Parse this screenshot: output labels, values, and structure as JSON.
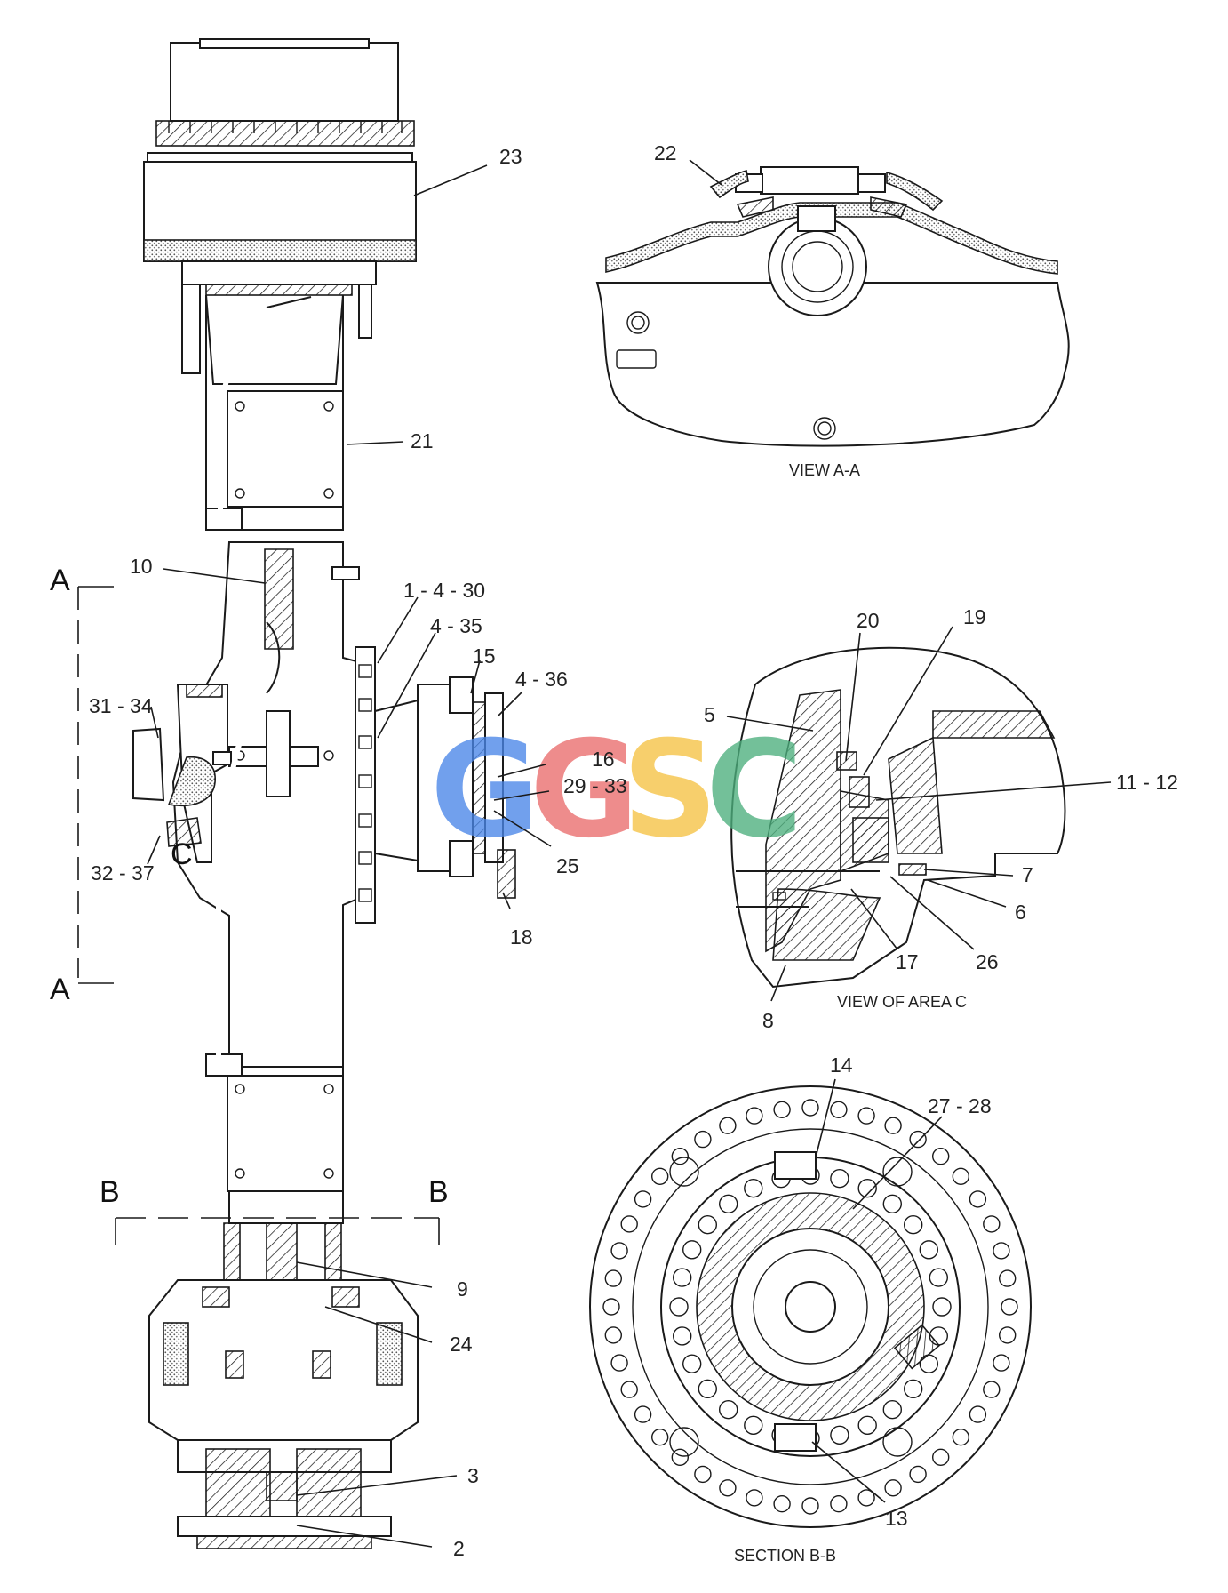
{
  "callouts": [
    {
      "id": "23",
      "text": "23"
    },
    {
      "id": "22",
      "text": "22"
    },
    {
      "id": "21",
      "text": "21"
    },
    {
      "id": "10",
      "text": "10"
    },
    {
      "id": "1-4-30",
      "text": "1 - 4 - 30"
    },
    {
      "id": "4-35",
      "text": "4 - 35"
    },
    {
      "id": "15",
      "text": "15"
    },
    {
      "id": "4-36",
      "text": "4 - 36"
    },
    {
      "id": "31-34",
      "text": "31 - 34"
    },
    {
      "id": "16",
      "text": "16"
    },
    {
      "id": "29-33",
      "text": "29 - 33"
    },
    {
      "id": "25",
      "text": "25"
    },
    {
      "id": "32-37",
      "text": "32 - 37"
    },
    {
      "id": "18",
      "text": "18"
    },
    {
      "id": "9",
      "text": "9"
    },
    {
      "id": "24",
      "text": "24"
    },
    {
      "id": "3",
      "text": "3"
    },
    {
      "id": "2",
      "text": "2"
    },
    {
      "id": "5",
      "text": "5"
    },
    {
      "id": "20",
      "text": "20"
    },
    {
      "id": "19",
      "text": "19"
    },
    {
      "id": "11-12",
      "text": "11 - 12"
    },
    {
      "id": "7",
      "text": "7"
    },
    {
      "id": "6",
      "text": "6"
    },
    {
      "id": "17",
      "text": "17"
    },
    {
      "id": "26",
      "text": "26"
    },
    {
      "id": "8",
      "text": "8"
    },
    {
      "id": "14",
      "text": "14"
    },
    {
      "id": "27-28",
      "text": "27 - 28"
    },
    {
      "id": "13",
      "text": "13"
    }
  ],
  "section_marks": {
    "a_top": "A",
    "a_bottom": "A",
    "b_left": "B",
    "b_right": "B",
    "c": "C"
  },
  "captions": {
    "view_aa": "VIEW A-A",
    "view_c": "VIEW OF AREA C",
    "section_bb": "SECTION B-B"
  },
  "watermark": {
    "text": "GGSC",
    "letters": [
      {
        "char": "G",
        "color": "#4a86e8"
      },
      {
        "char": "G",
        "color": "#ea6d6d"
      },
      {
        "char": "S",
        "color": "#f6c244"
      },
      {
        "char": "C",
        "color": "#4caf7d"
      }
    ]
  }
}
